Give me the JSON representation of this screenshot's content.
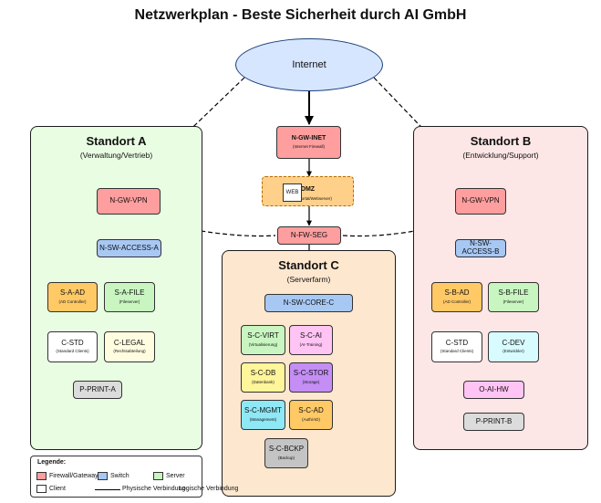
{
  "title": "Netzwerkplan - Beste Sicherheit durch AI GmbH",
  "cloud": {
    "label": "Internet"
  },
  "sites": {
    "a": {
      "title": "Standort A",
      "subtitle": "(Verwaltung/Vertrieb)"
    },
    "b": {
      "title": "Standort B",
      "subtitle": "(Entwicklung/Support)"
    },
    "c": {
      "title": "Standort C",
      "subtitle": "(Serverfarm)"
    }
  },
  "central": {
    "gw_inet": {
      "label": "N-GW-INET",
      "sub": "(Internet Firewall)"
    },
    "dmz": {
      "title": "DMZ",
      "sub": "(Kundenportal/Webserver)",
      "web": "WEB"
    },
    "fw_seg": {
      "label": "N-FW-SEG"
    }
  },
  "site_a": {
    "gw": "N-GW-VPN",
    "switch": "N-SW-ACCESS-A",
    "ad": {
      "label": "S-A-AD",
      "sub": "(AD Controller)"
    },
    "file": {
      "label": "S-A-FILE",
      "sub": "(Fileserver)"
    },
    "std": {
      "label": "C-STD",
      "sub": "(Standard Clients)"
    },
    "legal": {
      "label": "C-LEGAL",
      "sub": "(Rechtsabteilung)"
    },
    "printer": "P-PRINT-A"
  },
  "site_b": {
    "gw": "N-GW-VPN",
    "switch": "N-SW-ACCESS-B",
    "ad": {
      "label": "S-B-AD",
      "sub": "(AD Controller)"
    },
    "file": {
      "label": "S-B-FILE",
      "sub": "(Fileserver)"
    },
    "std": {
      "label": "C-STD",
      "sub": "(Standard Clients)"
    },
    "dev": {
      "label": "C-DEV",
      "sub": "(Entwickler)"
    },
    "aihw": "O-AI-HW",
    "printer": "P-PRINT-B"
  },
  "site_c": {
    "core": "N-SW-CORE-C",
    "virt": {
      "label": "S-C-VIRT",
      "sub": "(Virtualisierung)"
    },
    "ai": {
      "label": "S-C-AI",
      "sub": "(AI-Training)"
    },
    "db": {
      "label": "S-C-DB",
      "sub": "(Datenbank)"
    },
    "stor": {
      "label": "S-C-STOR",
      "sub": "(Storage)"
    },
    "mgmt": {
      "label": "S-C-MGMT",
      "sub": "(Management)"
    },
    "ad": {
      "label": "S-C-AD",
      "sub": "(Auth/AD)"
    },
    "bkp": {
      "label": "S-C-BCKP",
      "sub": "(Backup)"
    }
  },
  "legend": {
    "title": "Legende:",
    "firewall": "Firewall/Gateway",
    "switch": "Switch",
    "server": "Server",
    "client": "Client",
    "physical": "Physische Verbindung",
    "logical": "Logische Verbindung"
  },
  "colors": {
    "firewall": "#ff9e9e",
    "switch": "#a8c8f4",
    "server": "#c8f5c0",
    "client": "#ffffff"
  }
}
